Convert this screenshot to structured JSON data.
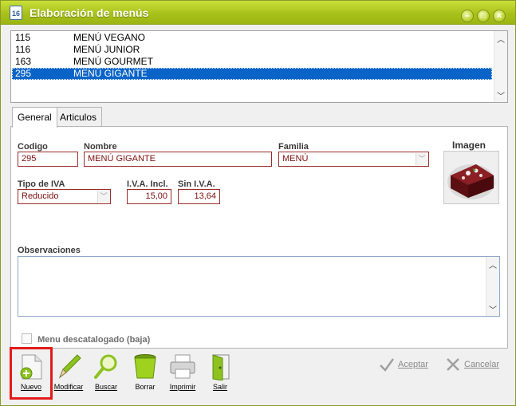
{
  "window": {
    "title": "Elaboración de menús",
    "app_icon_text": "16",
    "minimize_label": "–",
    "maximize_label": "□",
    "close_label": "×"
  },
  "menu_list": {
    "rows": [
      {
        "code": "115",
        "name": "MENÚ VEGANO",
        "selected": false
      },
      {
        "code": "116",
        "name": "MENÚ JUNIOR",
        "selected": false
      },
      {
        "code": "163",
        "name": "MENÚ GOURMET",
        "selected": false
      },
      {
        "code": "295",
        "name": "MENÚ GIGANTE",
        "selected": true
      }
    ]
  },
  "tabs": [
    {
      "label": "General",
      "active": true
    },
    {
      "label": "Articulos",
      "active": false
    }
  ],
  "form": {
    "codigo_label": "Codigo",
    "codigo_value": "295",
    "nombre_label": "Nombre",
    "nombre_value": "MENÚ GIGANTE",
    "familia_label": "Familia",
    "familia_value": "MENÚ",
    "imagen_label": "Imagen",
    "tipo_iva_label": "Tipo de IVA",
    "tipo_iva_value": "Reducido",
    "iva_incl_label": "I.V.A. Incl.",
    "iva_incl_value": "15,00",
    "sin_iva_label": "Sin I.V.A.",
    "sin_iva_value": "13,64",
    "observaciones_label": "Observaciones",
    "observaciones_value": "",
    "descatalogado_label": "Menu descatalogado (baja)",
    "descatalogado_checked": false
  },
  "toolbar": {
    "nuevo": "Nuevo",
    "modificar": "Modificar",
    "buscar": "Buscar",
    "borrar": "Borrar",
    "imprimir": "Imprimir",
    "salir": "Salir",
    "aceptar": "Aceptar",
    "cancelar": "Cancelar"
  },
  "colors": {
    "titlebar": "#a9c21a",
    "selection": "#0a64c8",
    "field_border": "#9b2a2a",
    "highlight": "#e31b1b"
  }
}
